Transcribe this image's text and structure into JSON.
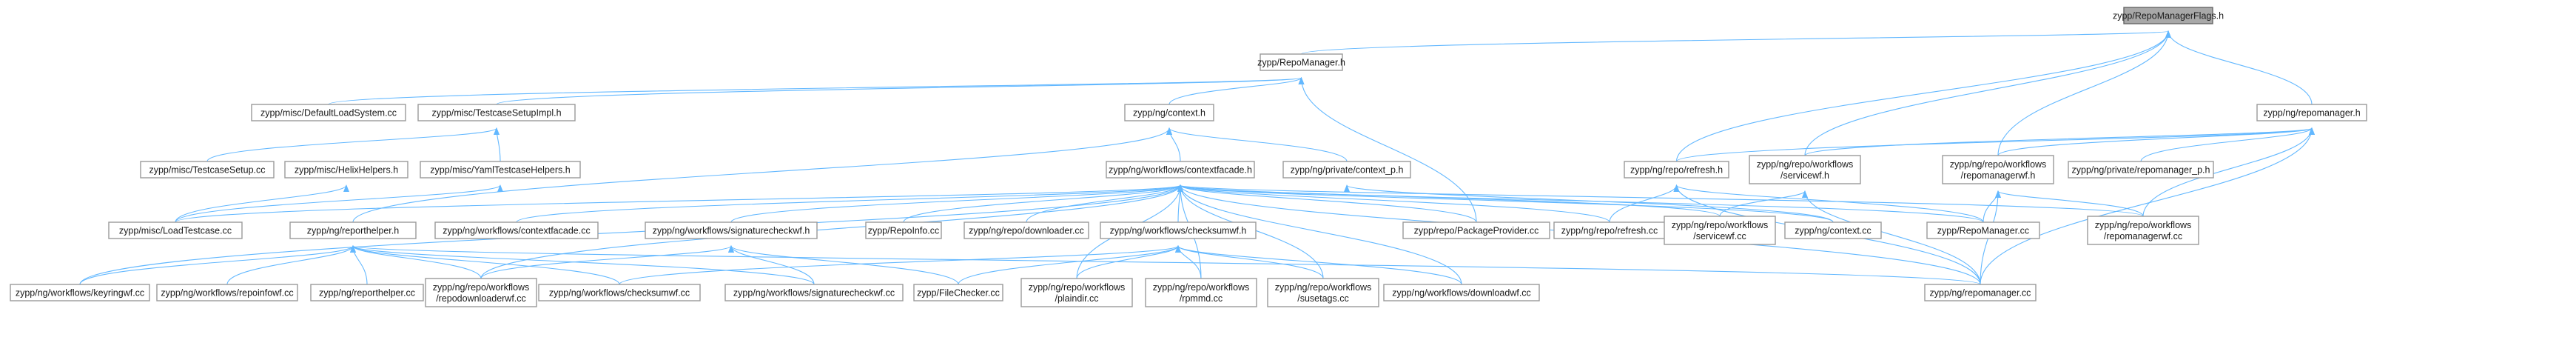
{
  "graph": {
    "nodes": [
      {
        "id": "root",
        "lines": [
          "zypp/RepoManagerFlags.h"
        ],
        "root": true
      },
      {
        "id": "repomanager_h",
        "lines": [
          "zypp/RepoManager.h"
        ]
      },
      {
        "id": "ng_repomanager_h",
        "lines": [
          "zypp/ng/repomanager.h"
        ]
      },
      {
        "id": "default_load_system",
        "lines": [
          "zypp/misc/DefaultLoadSystem.cc"
        ]
      },
      {
        "id": "testcase_setup_impl_h",
        "lines": [
          "zypp/misc/TestcaseSetupImpl.h"
        ]
      },
      {
        "id": "ng_context_h",
        "lines": [
          "zypp/ng/context.h"
        ]
      },
      {
        "id": "ng_repo_refresh_h",
        "lines": [
          "zypp/ng/repo/refresh.h"
        ]
      },
      {
        "id": "wf_servicewf_h",
        "lines": [
          "zypp/ng/repo/workflows",
          "/servicewf.h"
        ]
      },
      {
        "id": "wf_repomanagerwf_h",
        "lines": [
          "zypp/ng/repo/workflows",
          "/repomanagerwf.h"
        ]
      },
      {
        "id": "ng_private_repomanager_p_h",
        "lines": [
          "zypp/ng/private/repomanager_p.h"
        ]
      },
      {
        "id": "testcase_setup_cc",
        "lines": [
          "zypp/misc/TestcaseSetup.cc"
        ]
      },
      {
        "id": "helix_helpers_h",
        "lines": [
          "zypp/misc/HelixHelpers.h"
        ]
      },
      {
        "id": "yaml_testcase_helpers_h",
        "lines": [
          "zypp/misc/YamlTestcaseHelpers.h"
        ]
      },
      {
        "id": "contextfacade_h",
        "lines": [
          "zypp/ng/workflows/contextfacade.h"
        ]
      },
      {
        "id": "ng_private_context_p_h",
        "lines": [
          "zypp/ng/private/context_p.h"
        ]
      },
      {
        "id": "load_testcase_cc",
        "lines": [
          "zypp/misc/LoadTestcase.cc"
        ]
      },
      {
        "id": "reporthelper_h",
        "lines": [
          "zypp/ng/reporthelper.h"
        ]
      },
      {
        "id": "wf_contextfacade_cc",
        "lines": [
          "zypp/ng/workflows/contextfacade.cc"
        ]
      },
      {
        "id": "wf_signaturecheckwf_h",
        "lines": [
          "zypp/ng/workflows/signaturecheckwf.h"
        ]
      },
      {
        "id": "repo_info_cc",
        "lines": [
          "zypp/RepoInfo.cc"
        ]
      },
      {
        "id": "ng_repo_downloader_cc",
        "lines": [
          "zypp/ng/repo/downloader.cc"
        ]
      },
      {
        "id": "wf_checksumwf_h",
        "lines": [
          "zypp/ng/workflows/checksumwf.h"
        ]
      },
      {
        "id": "package_provider_cc",
        "lines": [
          "zypp/repo/PackageProvider.cc"
        ]
      },
      {
        "id": "ng_repo_refresh_cc",
        "lines": [
          "zypp/ng/repo/refresh.cc"
        ]
      },
      {
        "id": "wf_servicewf_cc",
        "lines": [
          "zypp/ng/repo/workflows",
          "/servicewf.cc"
        ]
      },
      {
        "id": "ng_context_cc",
        "lines": [
          "zypp/ng/context.cc"
        ]
      },
      {
        "id": "repo_manager_cc",
        "lines": [
          "zypp/RepoManager.cc"
        ]
      },
      {
        "id": "wf_repomanagerwf_cc",
        "lines": [
          "zypp/ng/repo/workflows",
          "/repomanagerwf.cc"
        ]
      },
      {
        "id": "wf_keyringwf_cc",
        "lines": [
          "zypp/ng/workflows/keyringwf.cc"
        ]
      },
      {
        "id": "wf_repoinfowf_cc",
        "lines": [
          "zypp/ng/workflows/repoinfowf.cc"
        ]
      },
      {
        "id": "reporthelper_cc",
        "lines": [
          "zypp/ng/reporthelper.cc"
        ]
      },
      {
        "id": "wf_repodownloaderwf_cc",
        "lines": [
          "zypp/ng/repo/workflows",
          "/repodownloaderwf.cc"
        ]
      },
      {
        "id": "wf_checksumwf_cc",
        "lines": [
          "zypp/ng/workflows/checksumwf.cc"
        ]
      },
      {
        "id": "wf_signaturecheckwf_cc",
        "lines": [
          "zypp/ng/workflows/signaturecheckwf.cc"
        ]
      },
      {
        "id": "file_checker_cc",
        "lines": [
          "zypp/FileChecker.cc"
        ]
      },
      {
        "id": "wf_plaindir_cc",
        "lines": [
          "zypp/ng/repo/workflows",
          "/plaindir.cc"
        ]
      },
      {
        "id": "wf_rpmmd_cc",
        "lines": [
          "zypp/ng/repo/workflows",
          "/rpmmd.cc"
        ]
      },
      {
        "id": "wf_susetags_cc",
        "lines": [
          "zypp/ng/repo/workflows",
          "/susetags.cc"
        ]
      },
      {
        "id": "wf_downloadwf_cc",
        "lines": [
          "zypp/ng/workflows/downloadwf.cc"
        ]
      },
      {
        "id": "ng_repomanager_cc",
        "lines": [
          "zypp/ng/repomanager.cc"
        ]
      }
    ]
  }
}
